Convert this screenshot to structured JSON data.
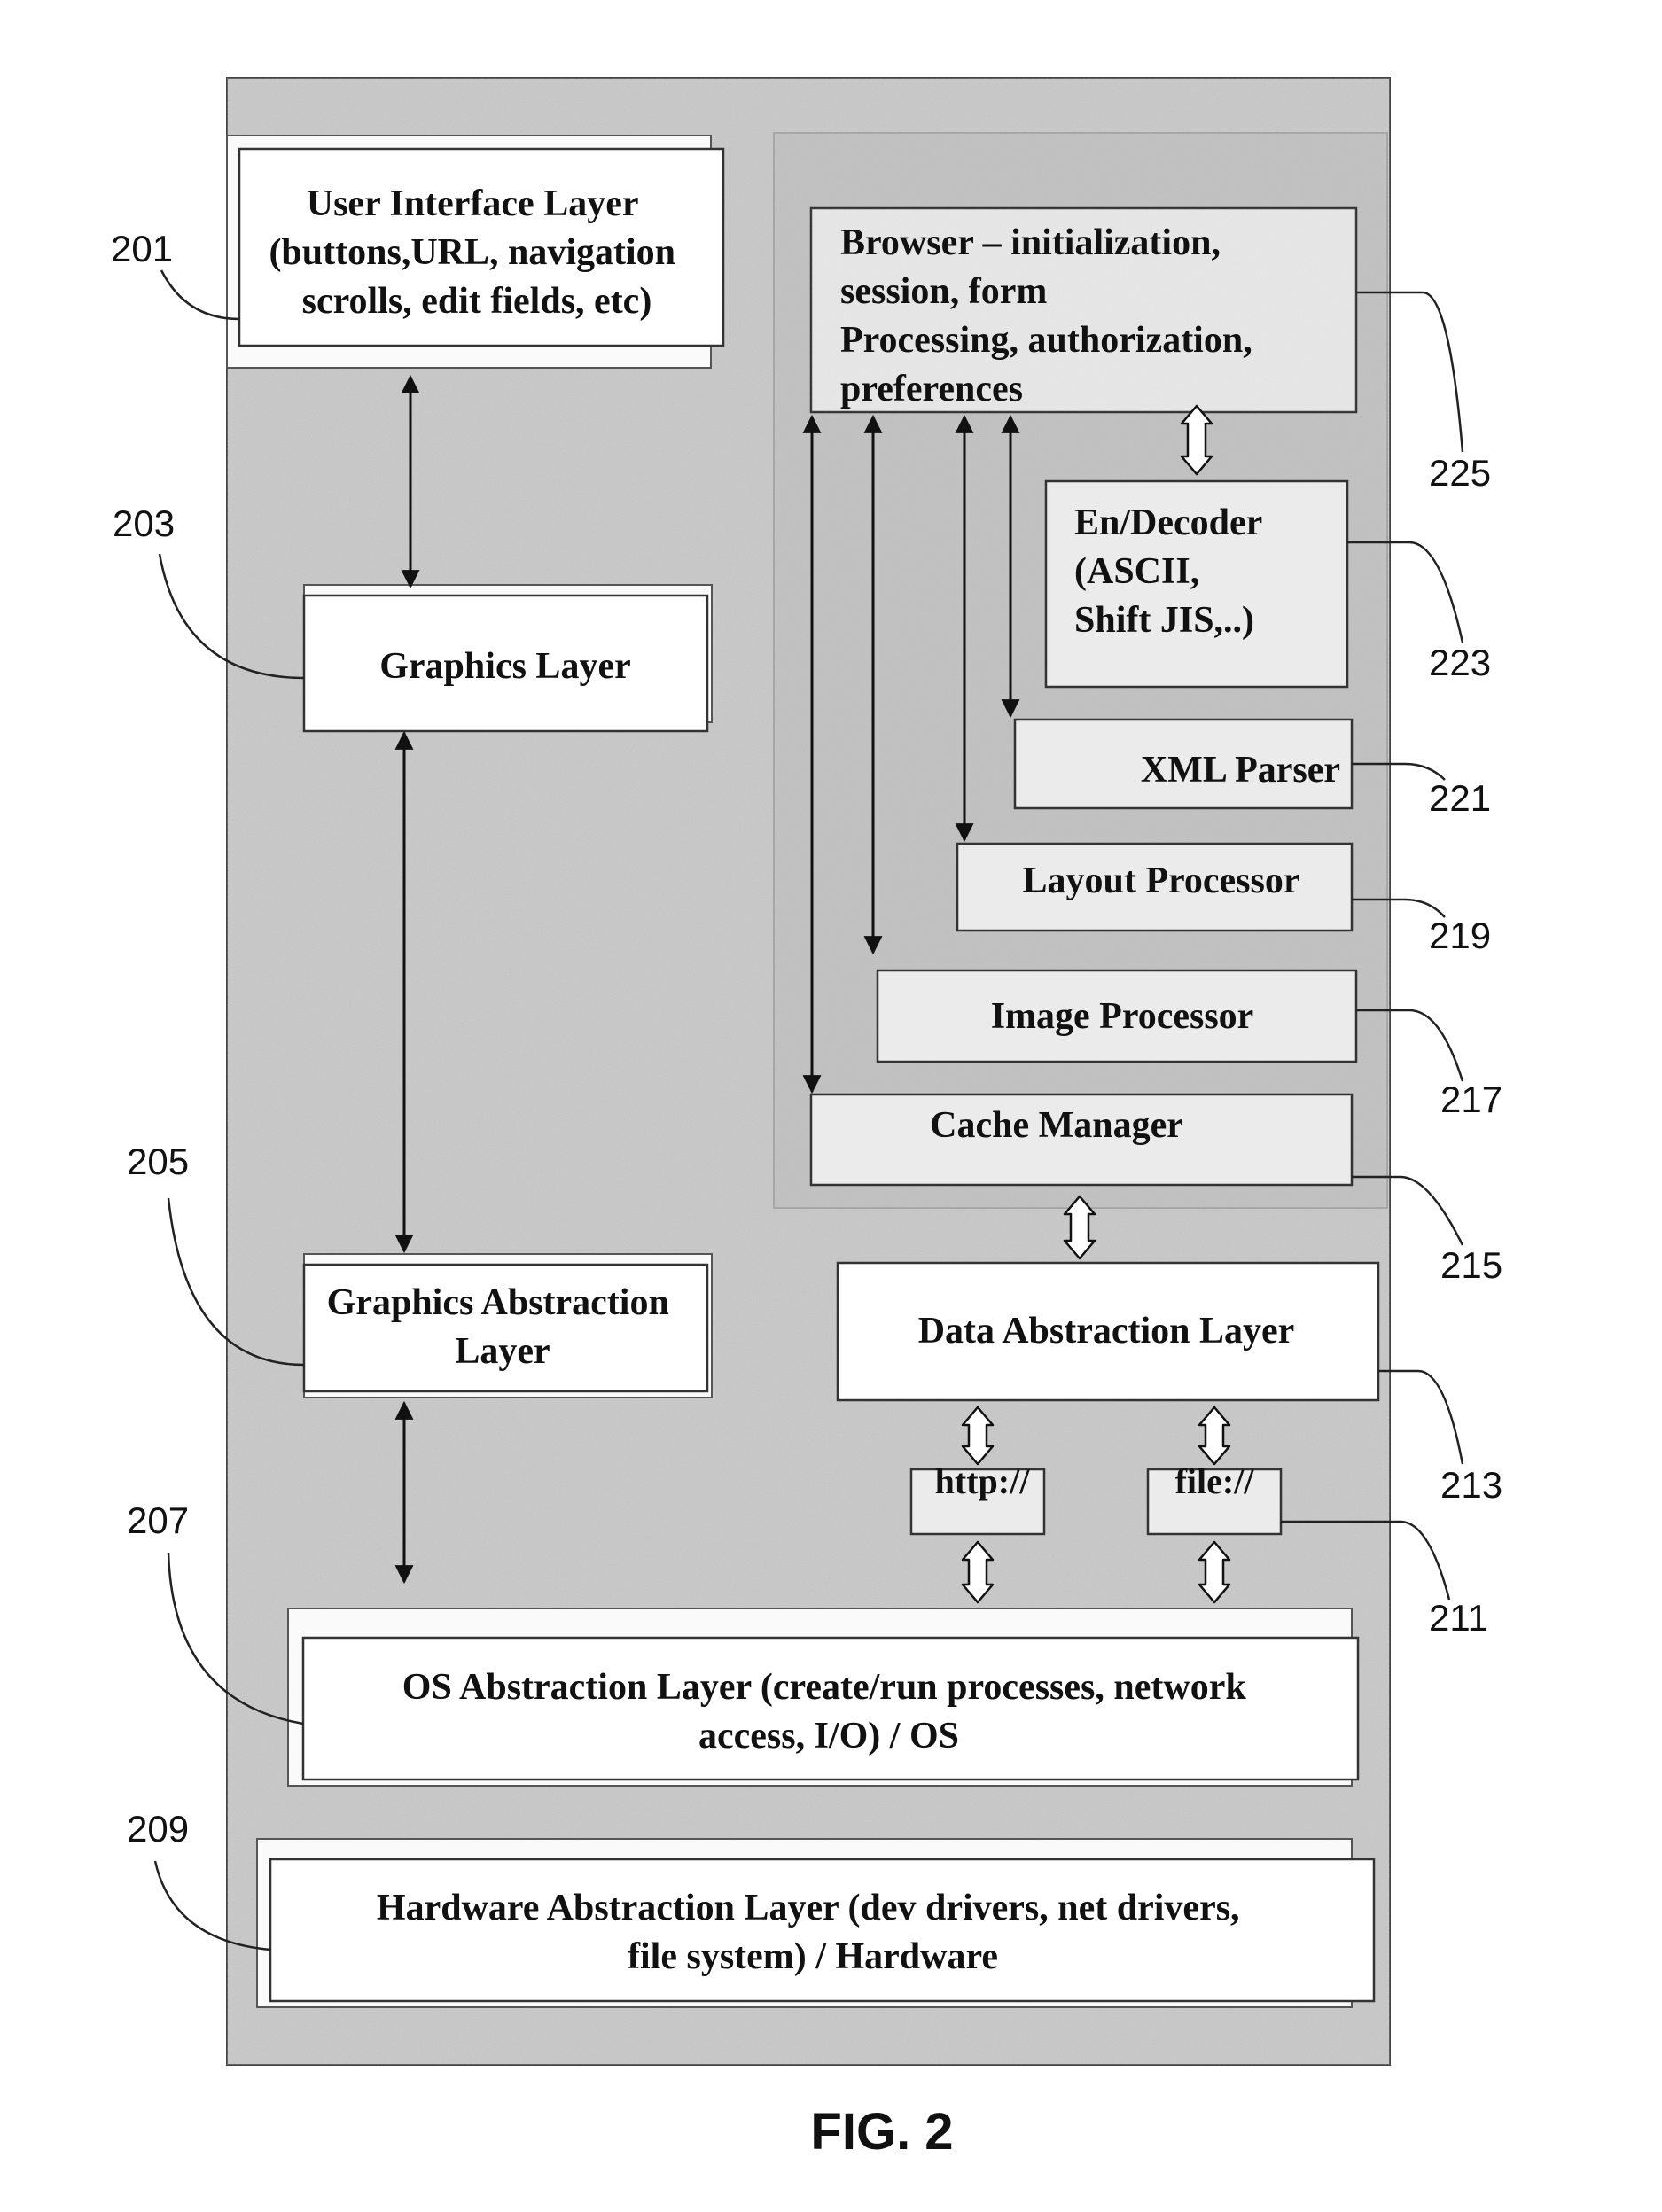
{
  "figure_label": "FIG. 2",
  "boxes": {
    "ui_layer": {
      "lines": [
        "User Interface Layer",
        "(buttons,URL, navigation",
        "scrolls, edit fields, etc)"
      ],
      "ref": "201"
    },
    "graphics_layer": {
      "lines": [
        "Graphics Layer"
      ],
      "ref": "203"
    },
    "graphics_abstraction": {
      "lines": [
        "Graphics Abstraction",
        "Layer"
      ],
      "ref": "205"
    },
    "os_abstraction": {
      "lines": [
        "OS Abstraction Layer (create/run processes, network",
        "access, I/O) / OS"
      ],
      "ref": "207"
    },
    "hardware_abstraction": {
      "lines": [
        "Hardware Abstraction Layer (dev drivers, net drivers,",
        "file system) / Hardware"
      ],
      "ref": "209"
    },
    "browser": {
      "lines": [
        "Browser – initialization,",
        "session, form",
        "Processing, authorization,",
        "preferences"
      ],
      "ref": "225"
    },
    "decoder": {
      "lines": [
        "En/Decoder",
        "(ASCII,",
        "Shift JIS,..)"
      ],
      "ref": "223"
    },
    "xml_parser": {
      "lines": [
        "XML Parser"
      ],
      "ref": "221"
    },
    "layout_processor": {
      "lines": [
        "Layout Processor"
      ],
      "ref": "219"
    },
    "image_processor": {
      "lines": [
        "Image Processor"
      ],
      "ref": "217"
    },
    "cache_manager": {
      "lines": [
        "Cache Manager"
      ],
      "ref": "215"
    },
    "data_abstraction": {
      "lines": [
        "Data Abstraction Layer"
      ],
      "ref": "213"
    },
    "http": {
      "lines": [
        "http://"
      ]
    },
    "file": {
      "lines": [
        "file://"
      ],
      "ref": "211"
    }
  }
}
